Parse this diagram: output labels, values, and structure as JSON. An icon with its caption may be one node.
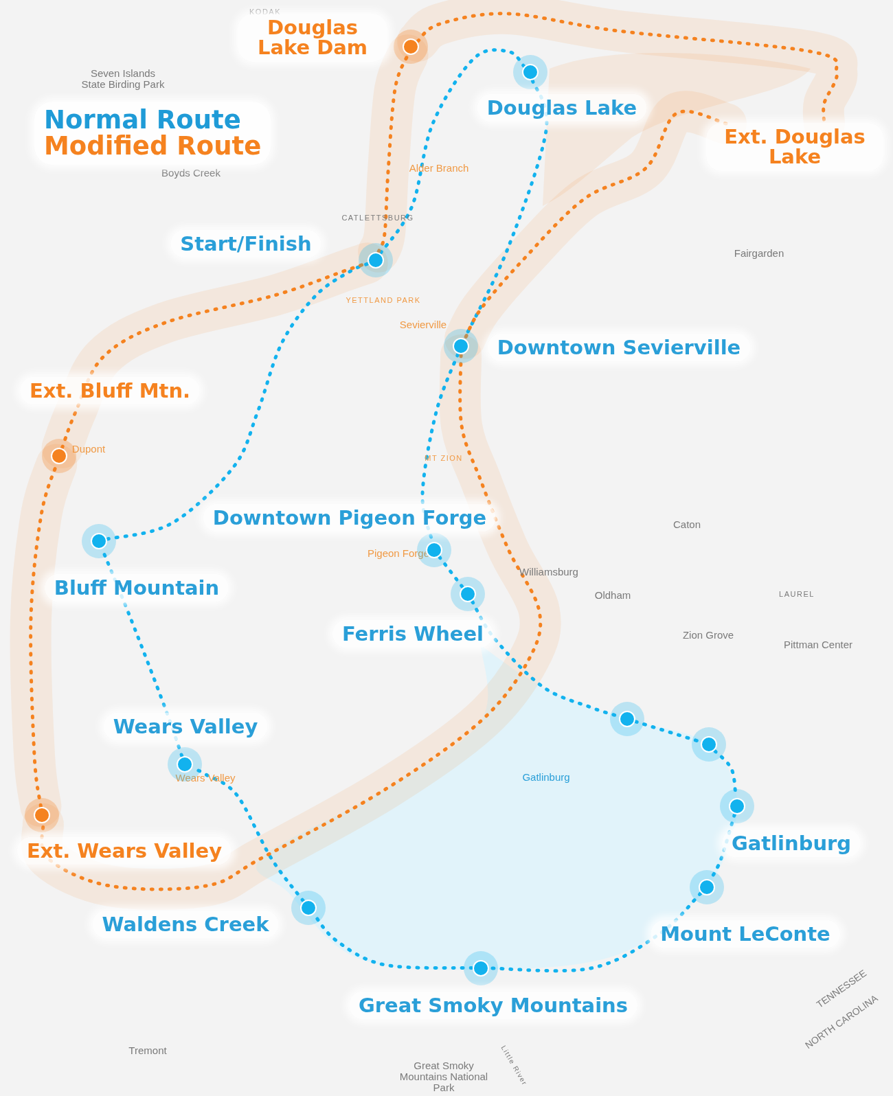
{
  "diagram": {
    "nodes": [
      {
        "text": [
          "Douglas Lake Dam"
        ]
      },
      {
        "text": [
          "Douglas Lake"
        ]
      },
      {
        "text": [
          "Ext. Douglas Lake"
        ]
      },
      {
        "text": [
          "Start/Finish"
        ]
      },
      {
        "text": [
          "Downtown Sevierville"
        ]
      },
      {
        "text": [
          "Ext. Bluff Mtn."
        ]
      },
      {
        "text": [
          "Downtown Pigeon Forge"
        ]
      },
      {
        "text": [
          "Bluff Mountain"
        ]
      },
      {
        "text": [
          "Ferris Wheel"
        ]
      },
      {
        "text": [],
        "shape": "circle"
      },
      {
        "text": [],
        "shape": "circle"
      },
      {
        "text": [
          "Wears Valley"
        ]
      },
      {
        "text": [
          "Gatlinburg"
        ]
      },
      {
        "text": [
          "Ext. Wears Valley"
        ]
      },
      {
        "text": [
          "Mount LeConte"
        ]
      },
      {
        "text": [
          "Waldens Creek"
        ]
      },
      {
        "text": [
          "Great Smoky Mountains"
        ]
      }
    ],
    "edges": [
      {
        "from": 3,
        "to": 1,
        "arrow": "none",
        "style": "dashed"
      },
      {
        "from": 1,
        "to": 4,
        "arrow": "none",
        "style": "dashed"
      },
      {
        "from": 4,
        "to": 6,
        "arrow": "none",
        "style": "dashed"
      },
      {
        "from": 6,
        "to": 8,
        "arrow": "none",
        "style": "dashed"
      },
      {
        "from": 8,
        "to": 9,
        "arrow": "none",
        "style": "dashed"
      },
      {
        "from": 9,
        "to": 10,
        "arrow": "none",
        "style": "dashed"
      },
      {
        "from": 10,
        "to": 12,
        "arrow": "none",
        "style": "dashed"
      },
      {
        "from": 12,
        "to": 14,
        "arrow": "none",
        "style": "dashed"
      },
      {
        "from": 14,
        "to": 16,
        "arrow": "none",
        "style": "dashed"
      },
      {
        "from": 16,
        "to": 15,
        "arrow": "none",
        "style": "dashed"
      },
      {
        "from": 15,
        "to": 11,
        "arrow": "none",
        "style": "dashed"
      },
      {
        "from": 11,
        "to": 7,
        "arrow": "none",
        "style": "dashed"
      },
      {
        "from": 7,
        "to": 3,
        "arrow": "none",
        "style": "dashed"
      },
      {
        "from": 3,
        "to": 0,
        "arrow": "none",
        "style": "dashed",
        "color": "#f5821f"
      },
      {
        "from": 0,
        "to": 2,
        "arrow": "none",
        "style": "dashed",
        "color": "#f5821f"
      },
      {
        "from": 2,
        "to": 4,
        "arrow": "none",
        "style": "dashed",
        "color": "#f5821f"
      },
      {
        "from": 4,
        "to": 13,
        "arrow": "none",
        "style": "dashed",
        "color": "#f5821f"
      },
      {
        "from": 13,
        "to": 5,
        "arrow": "none",
        "style": "dashed",
        "color": "#f5821f"
      },
      {
        "from": 5,
        "to": 3,
        "arrow": "none",
        "style": "dashed",
        "color": "#f5821f"
      }
    ],
    "labels": [
      "KODAK",
      "Seven Islands State Birding Park",
      "Boyds Creek",
      "Alder Branch",
      "CATLETTSBURG",
      "Fairgarden",
      "YETTLAND PARK",
      "Sevierville",
      "Dupont",
      "MT ZION",
      "Caton",
      "Pigeon Forge",
      "Williamsburg",
      "Oldham",
      "LAUREL",
      "Zion Grove",
      "Pittman Center",
      "Wears Valley",
      "Gatlinburg",
      "TENNESSEE",
      "NORTH CAROLINA",
      "Tremont",
      "Great Smoky Mountains National Park",
      "Little River"
    ],
    "legend": [
      {
        "text": "Normal Route",
        "color": "#1f9bd7"
      },
      {
        "text": "Modified Route",
        "color": "#f5821f"
      }
    ]
  }
}
